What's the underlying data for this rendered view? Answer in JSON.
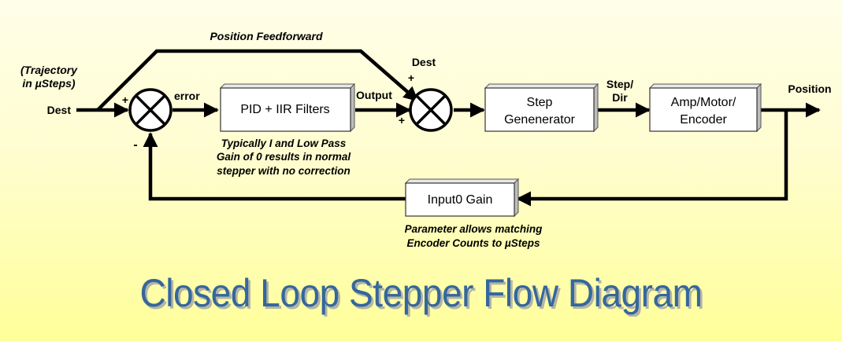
{
  "title": "Closed Loop Stepper Flow Diagram",
  "colors": {
    "background_top": "#fffee8",
    "background_bottom": "#ffff99",
    "title": "#34679c",
    "title_shadow": "#b4b4a8",
    "line": "#000000",
    "box_fill": "#ffffff",
    "box_side": "#c8c8c8"
  },
  "labels": {
    "trajectory_line1": "(Trajectory",
    "trajectory_line2": "in µSteps)",
    "dest_input": "Dest",
    "feedforward": "Position Feedforward",
    "plus_1": "+",
    "minus_1": "-",
    "error": "error",
    "output": "Output",
    "dest_2": "Dest",
    "plus_2a": "+",
    "plus_2b": "+",
    "step_dir_line1": "Step/",
    "step_dir_line2": "Dir",
    "position": "Position"
  },
  "blocks": {
    "pid": {
      "label": "PID + IIR Filters"
    },
    "step_gen": {
      "line1": "Step",
      "line2": "Genenerator"
    },
    "amp": {
      "line1": "Amp/Motor/",
      "line2": "Encoder"
    },
    "input0": {
      "label": "Input0 Gain"
    }
  },
  "notes": {
    "pid_note": [
      "Typically I and Low Pass",
      "Gain of 0 results in normal",
      "stepper with no correction"
    ],
    "gain_note": [
      "Parameter allows matching",
      "Encoder Counts to µSteps"
    ]
  },
  "icons": {
    "summing_junction_1": "summing-junction-icon",
    "summing_junction_2": "summing-junction-icon"
  }
}
